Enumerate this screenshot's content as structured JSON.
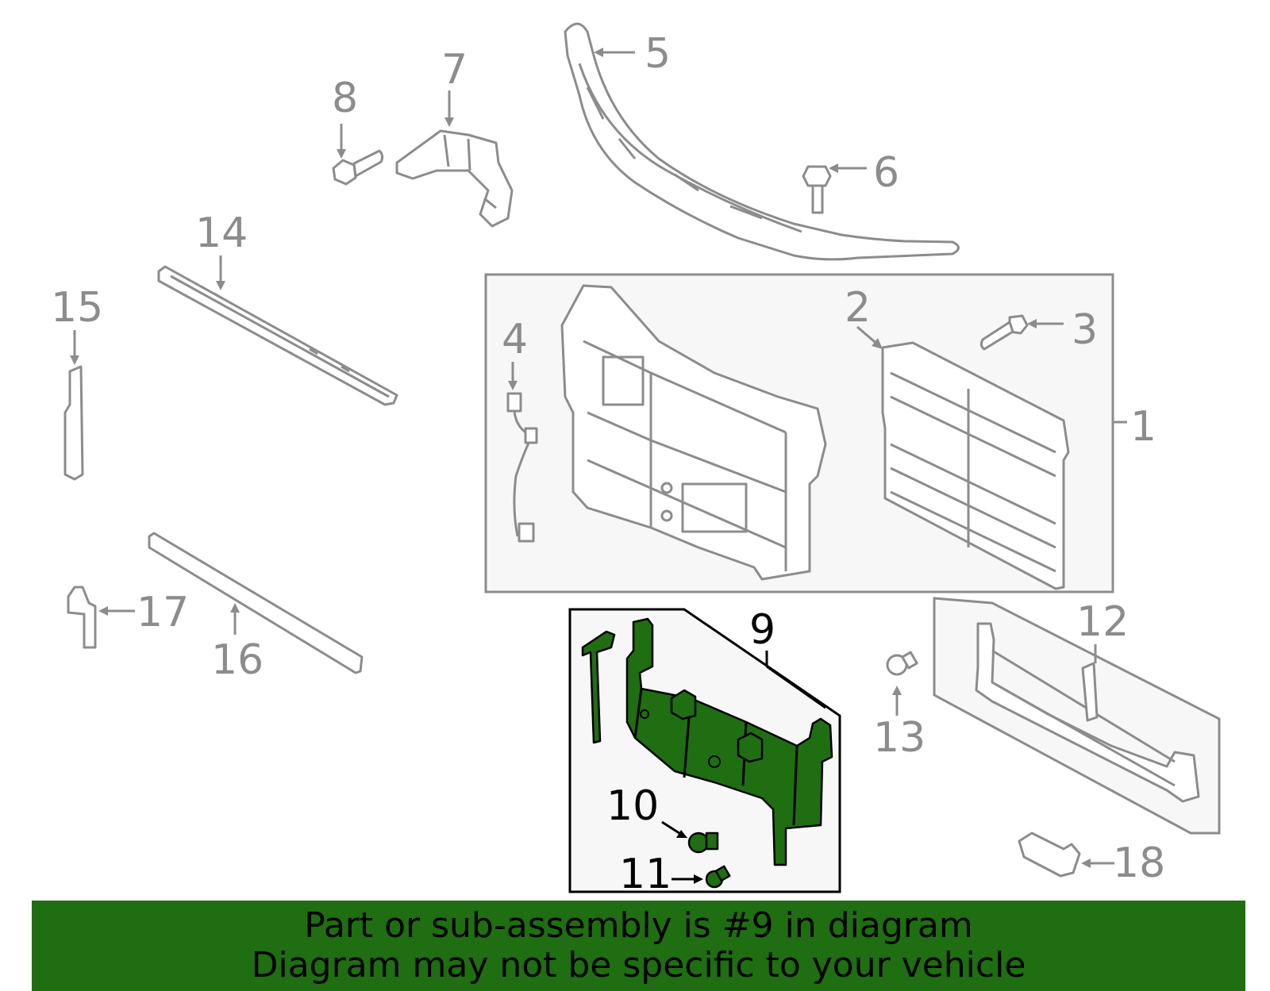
{
  "callouts": [
    {
      "id": "1",
      "text": "1"
    },
    {
      "id": "2",
      "text": "2"
    },
    {
      "id": "3",
      "text": "3"
    },
    {
      "id": "4",
      "text": "4"
    },
    {
      "id": "5",
      "text": "5"
    },
    {
      "id": "6",
      "text": "6"
    },
    {
      "id": "7",
      "text": "7"
    },
    {
      "id": "8",
      "text": "8"
    },
    {
      "id": "9",
      "text": "9"
    },
    {
      "id": "10",
      "text": "10"
    },
    {
      "id": "11",
      "text": "11"
    },
    {
      "id": "12",
      "text": "12"
    },
    {
      "id": "13",
      "text": "13"
    },
    {
      "id": "14",
      "text": "14"
    },
    {
      "id": "15",
      "text": "15"
    },
    {
      "id": "16",
      "text": "16"
    },
    {
      "id": "17",
      "text": "17"
    },
    {
      "id": "18",
      "text": "18"
    }
  ],
  "footer": {
    "line1": "Part or sub-assembly is #9 in diagram",
    "line2": "Diagram may not be specific to your vehicle"
  },
  "colors": {
    "highlight": "#1f6e12",
    "line": "#8c8c8c",
    "selected_text": "#000000"
  }
}
